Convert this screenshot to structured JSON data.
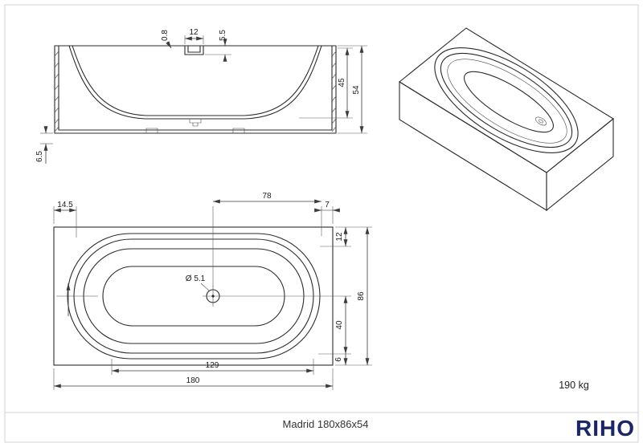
{
  "title_block": {
    "model": "Madrid 180x86x54",
    "brand": "RIHO",
    "weight": "190 kg"
  },
  "side_view": {
    "dims": {
      "rim_lip": "0.8",
      "overflow_width": "12",
      "overflow_height": "5.5",
      "inner_depth": "45",
      "total_height": "54",
      "base_height": "6.5"
    }
  },
  "plan_view": {
    "dims": {
      "left_inset": "14.5",
      "drain_to_overflow": "78",
      "right_inset": "7",
      "top_inset": "12",
      "width": "86",
      "drain_to_bottom": "40",
      "bottom_inset": "6",
      "floor_length": "129",
      "length": "180",
      "drain_diameter": "Ø 5.1"
    }
  },
  "colors": {
    "brand": "#1b2668",
    "line": "#2b2b2b"
  }
}
